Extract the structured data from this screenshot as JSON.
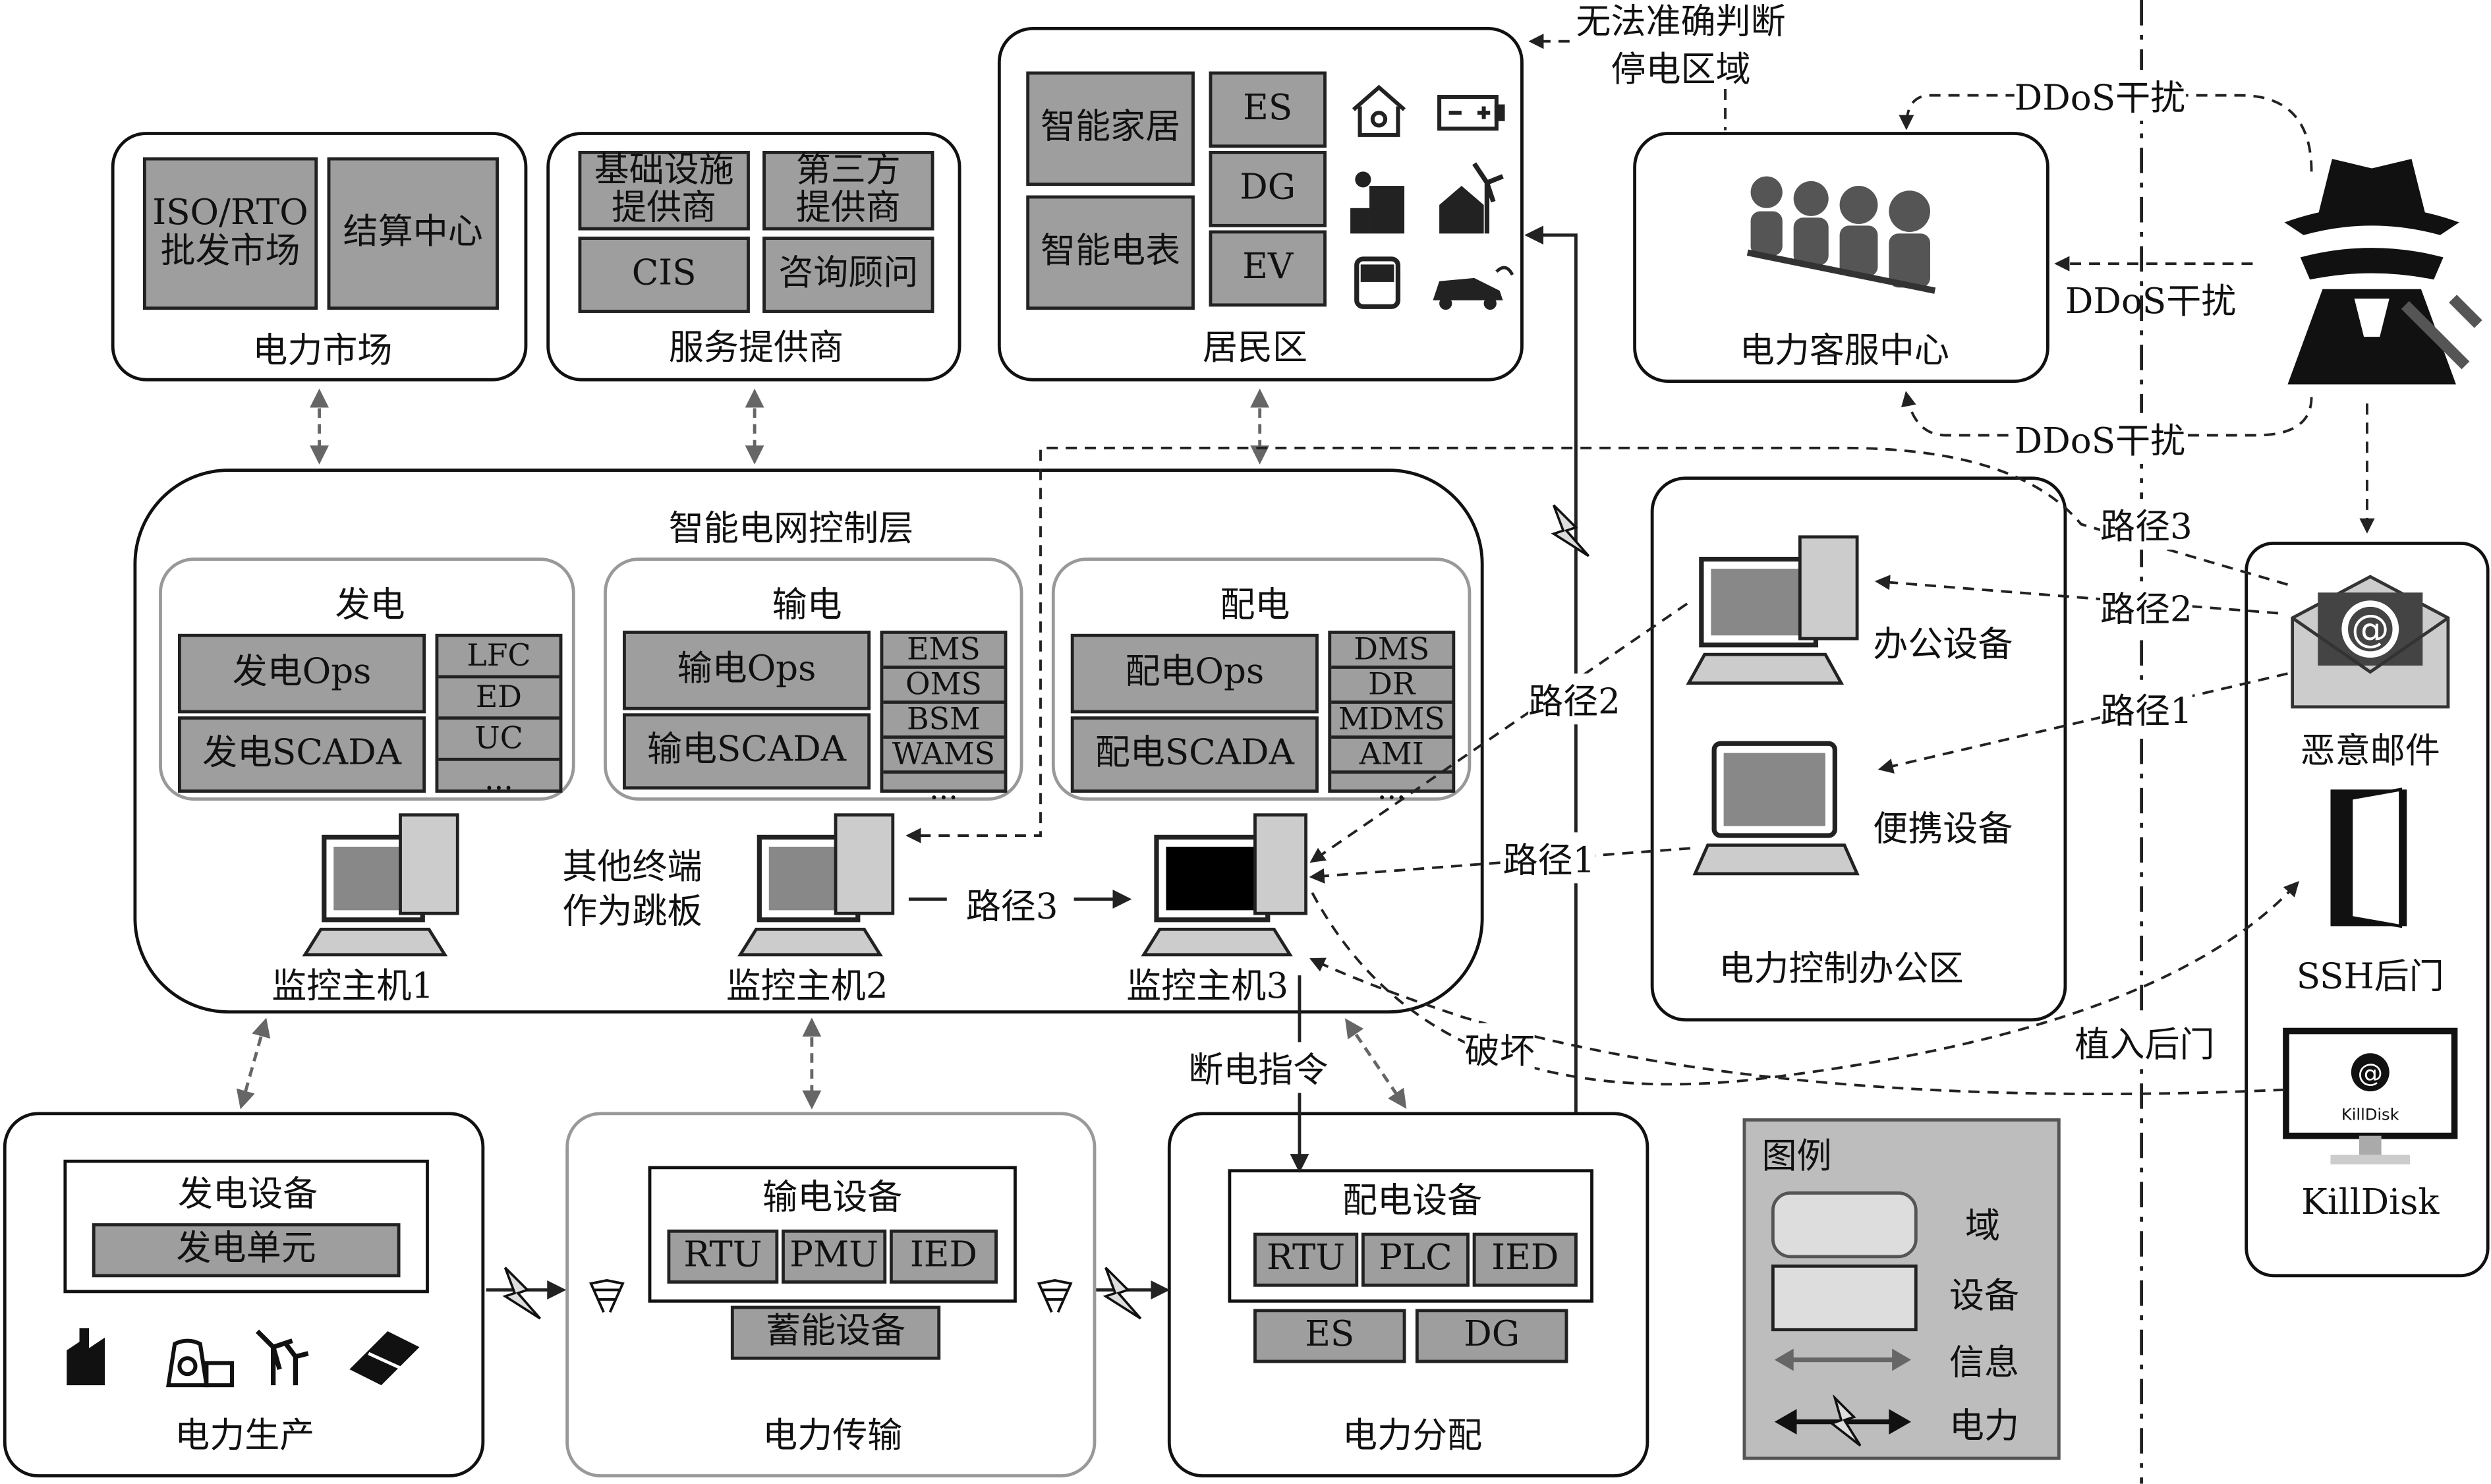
{
  "market": {
    "title": "电力市场",
    "items": [
      "ISO/RTO\n批发市场",
      "结算中心"
    ]
  },
  "service": {
    "title": "服务提供商",
    "items": [
      "基础设施\n提供商",
      "第三方\n提供商",
      "CIS",
      "咨询顾问"
    ]
  },
  "resident": {
    "title": "居民区",
    "left": [
      "智能家居",
      "智能电表"
    ],
    "mid": [
      "ES",
      "DG",
      "EV"
    ]
  },
  "resident_note": "无法准确判断\n停电区域",
  "callcenter": {
    "title": "电力客服中心"
  },
  "ddos": [
    "DDoS干扰",
    "DDoS干扰",
    "DDoS干扰"
  ],
  "control": {
    "title": "智能电网控制层",
    "gen": {
      "title": "发电",
      "ops": "发电Ops",
      "scada": "发电SCADA",
      "list": [
        "LFC",
        "ED",
        "UC",
        "..."
      ]
    },
    "trans": {
      "title": "输电",
      "ops": "输电Ops",
      "scada": "输电SCADA",
      "list": [
        "EMS",
        "OMS",
        "BSM",
        "WAMS",
        "..."
      ]
    },
    "dist": {
      "title": "配电",
      "ops": "配电Ops",
      "scada": "配电SCADA",
      "list": [
        "DMS",
        "DR",
        "MDMS",
        "AMI",
        "..."
      ]
    },
    "hosts": [
      "监控主机1",
      "监控主机2",
      "监控主机3"
    ],
    "jump": "其他终端\n作为跳板",
    "path3_inner": "路径3"
  },
  "office": {
    "title": "电力控制办公区",
    "desktop": "办公设备",
    "laptop": "便携设备"
  },
  "paths": {
    "p1": "路径1",
    "p2": "路径2",
    "p3": "路径3"
  },
  "attack": {
    "p1": "路径1",
    "p2": "路径2",
    "p3": "路径3",
    "email": "恶意邮件",
    "ssh": "SSH后门",
    "killdisk": "KillDisk",
    "backdoor": "植入后门",
    "destroy": "破坏",
    "cutoff": "断电指令"
  },
  "gen_dom": {
    "title": "电力生产",
    "device": "发电设备",
    "unit": "发电单元"
  },
  "trans_dom": {
    "title": "电力传输",
    "device": "输电设备",
    "items": [
      "RTU",
      "PMU",
      "IED"
    ],
    "storage": "蓄能设备"
  },
  "dist_dom": {
    "title": "电力分配",
    "device": "配电设备",
    "items": [
      "RTU",
      "PLC",
      "IED"
    ],
    "extra": [
      "ES",
      "DG"
    ]
  },
  "legend": {
    "title": "图例",
    "domain": "域",
    "device": "设备",
    "info": "信息",
    "power": "电力"
  },
  "killdisk_screen": "KillDisk"
}
